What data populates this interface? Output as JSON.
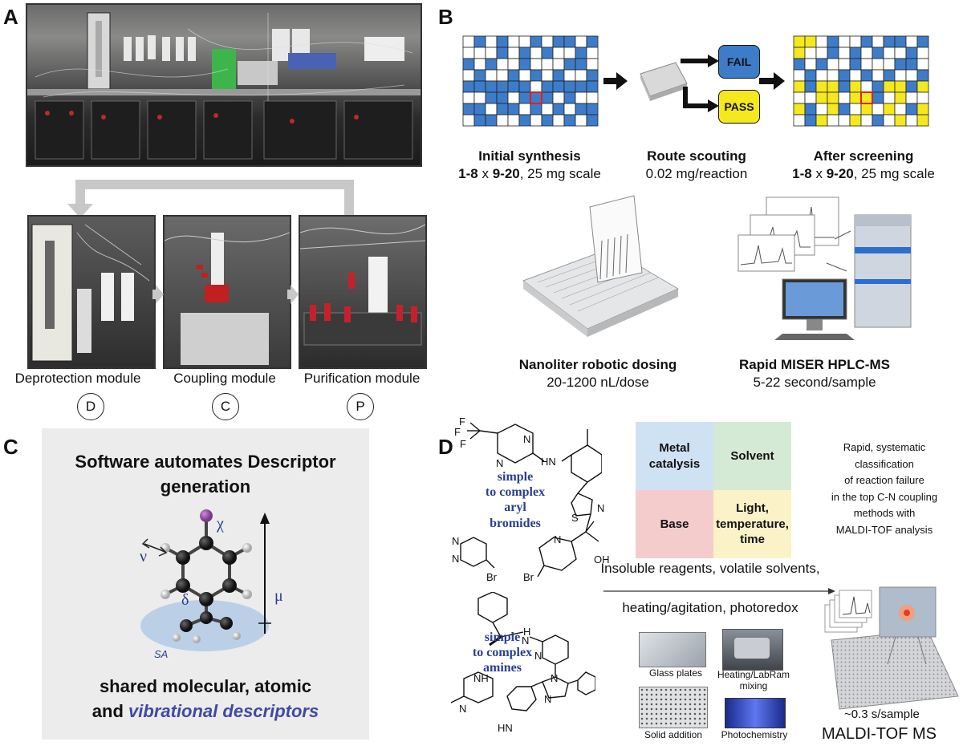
{
  "panel_a": {
    "label": "A",
    "modules": [
      {
        "name": "Deprotection module",
        "code": "D"
      },
      {
        "name": "Coupling module",
        "code": "C"
      },
      {
        "name": "Purification module",
        "code": "P"
      }
    ]
  },
  "panel_b": {
    "label": "B",
    "fail_label": "FAIL",
    "pass_label": "PASS",
    "initial": {
      "title": "Initial synthesis",
      "r1": "1-8",
      "x": "x",
      "r2": "9-20",
      "scale": ", 25 mg scale"
    },
    "scouting": {
      "title": "Route scouting",
      "sub": "0.02 mg/reaction"
    },
    "after": {
      "title": "After screening",
      "r1": "1-8",
      "x": "x",
      "r2": "9-20",
      "scale": ", 25 mg scale"
    },
    "dosing": {
      "title": "Nanoliter robotic dosing",
      "sub": "20-1200 nL/dose"
    },
    "hplc": {
      "title": "Rapid MISER HPLC-MS",
      "sub": "5-22 second/sample"
    },
    "colors": {
      "blue": "#3d7cc9",
      "yellow": "#f5e91e",
      "red": "#e02020"
    }
  },
  "panel_c": {
    "label": "C",
    "title": "Software automates Descriptor generation",
    "bottom_line1": "shared molecular, atomic",
    "bottom_and": "and",
    "bottom_italic": "vibrational descriptors",
    "sym_chi": "χ",
    "sym_nu": "ν",
    "sym_delta": "δ",
    "sym_mu": "μ",
    "sym_sa": "SA"
  },
  "panel_d": {
    "label": "D",
    "aryl_text": "simple\nto complex\naryl\nbromides",
    "amine_text": "simple\nto complex\namines",
    "categories": [
      {
        "label": "Metal catalysis",
        "color": "#cfe2f3"
      },
      {
        "label": "Solvent",
        "color": "#d5ead5"
      },
      {
        "label": "Base",
        "color": "#f4cccc"
      },
      {
        "label": "Light, temperature, time",
        "color": "#fbf2c8"
      }
    ],
    "description": "Rapid, systematic\nclassification\nof reaction failure\nin the top C-N coupling\nmethods with\nMALDI-TOF analysis",
    "arrow_line1": "Insoluble reagents, volatile solvents,",
    "arrow_line2": "heating/agitation, photoredox",
    "thumbs": [
      "Glass plates",
      "Heating/LabRam mixing",
      "Solid addition",
      "Photochemistry"
    ],
    "rate": "~0.3 s/sample",
    "instrument": "MALDI-TOF MS",
    "atoms": {
      "F": "F",
      "HN": "HN",
      "S": "S",
      "N": "N",
      "Br": "Br",
      "OH": "OH",
      "NH": "NH",
      "HN2": "HN",
      "H": "H"
    }
  }
}
